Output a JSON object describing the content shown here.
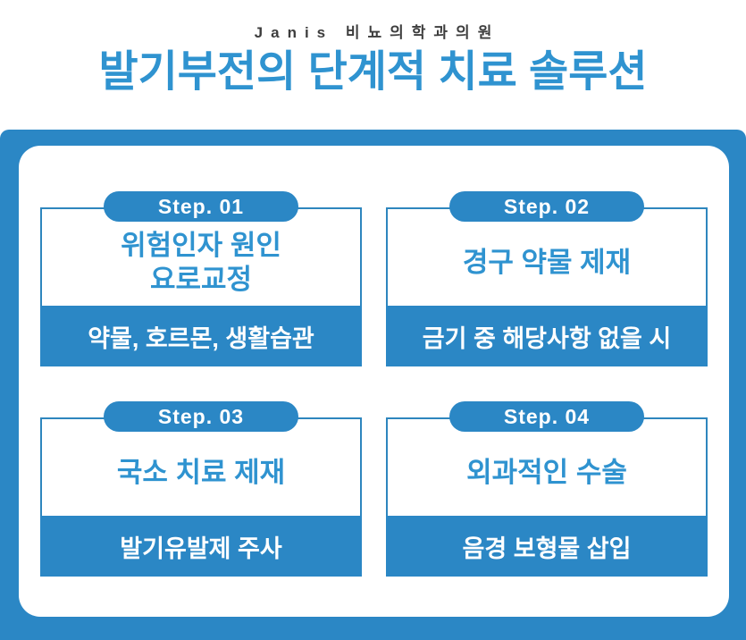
{
  "colors": {
    "primary_blue": "#2B87C5",
    "title_blue": "#2F93D0",
    "clinic_text": "#3D3D3D",
    "card_border_blue": "#2E86BE",
    "card_background": "#FFFFFF",
    "band_text": "#FFFFFF"
  },
  "header": {
    "clinic_name": "Janis 비뇨의학과의원",
    "title": "발기부전의 단계적 치료 솔루션"
  },
  "steps": [
    {
      "badge": "Step. 01",
      "title_lines": [
        "위험인자 원인",
        "요로교정"
      ],
      "subtitle": "약물, 호르몬, 생활습관"
    },
    {
      "badge": "Step. 02",
      "title_lines": [
        "경구 약물 제재"
      ],
      "subtitle": "금기 중 해당사항 없을 시"
    },
    {
      "badge": "Step. 03",
      "title_lines": [
        "국소 치료 제재"
      ],
      "subtitle": "발기유발제 주사"
    },
    {
      "badge": "Step. 04",
      "title_lines": [
        "외과적인 수술"
      ],
      "subtitle": "음경 보형물 삽입"
    }
  ]
}
